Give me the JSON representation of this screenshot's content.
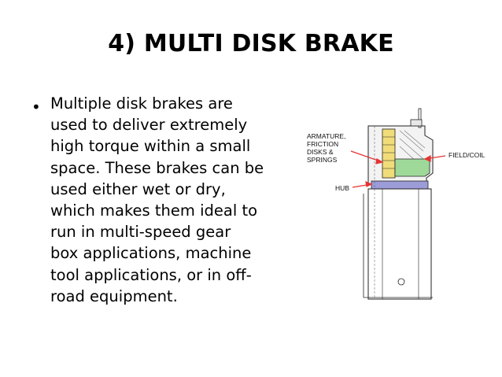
{
  "slide": {
    "title": "4) MULTI DISK BRAKE",
    "bullet_symbol": "•",
    "body_lines": [
      "Multiple disk brakes are",
      "used to deliver extremely",
      "high torque within a small",
      "space. These brakes can be",
      "used either wet or dry,",
      "which makes them ideal to",
      "run in multi-speed gear",
      "box applications, machine",
      "tool applications, or in off-",
      "road equipment."
    ]
  },
  "diagram": {
    "labels": {
      "armature_1": "ARMATURE,",
      "armature_2": "FRICTION",
      "armature_3": "DISKS &",
      "armature_4": "SPRINGS",
      "field_coil": "FIELD/COIL",
      "hub": "HUB"
    },
    "colors": {
      "disks": "#f1dc7a",
      "field": "#9fd99a",
      "hub": "#9c9cd8",
      "arrow": "#e53333",
      "line": "#222222"
    }
  }
}
